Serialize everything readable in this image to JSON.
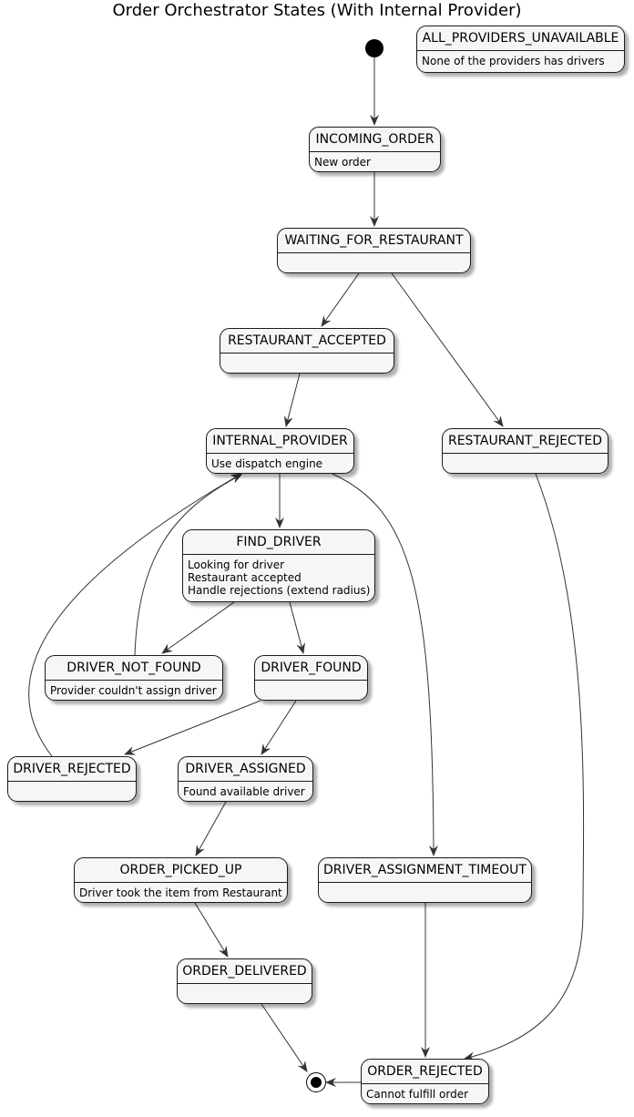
{
  "diagram": {
    "title": "Order Orchestrator States (With Internal Provider)",
    "states": {
      "all_providers_unavailable": {
        "name": "ALL_PROVIDERS_UNAVAILABLE",
        "desc": [
          "None of the providers has drivers"
        ]
      },
      "incoming_order": {
        "name": "INCOMING_ORDER",
        "desc": [
          "New order"
        ]
      },
      "waiting_for_restaurant": {
        "name": "WAITING_FOR_RESTAURANT",
        "desc": []
      },
      "restaurant_accepted": {
        "name": "RESTAURANT_ACCEPTED",
        "desc": []
      },
      "internal_provider": {
        "name": "INTERNAL_PROVIDER",
        "desc": [
          "Use dispatch engine"
        ]
      },
      "restaurant_rejected": {
        "name": "RESTAURANT_REJECTED",
        "desc": []
      },
      "find_driver": {
        "name": "FIND_DRIVER",
        "desc": [
          "Looking for driver",
          "Restaurant accepted",
          "Handle rejections (extend radius)"
        ]
      },
      "driver_not_found": {
        "name": "DRIVER_NOT_FOUND",
        "desc": [
          "Provider couldn't assign driver"
        ]
      },
      "driver_found": {
        "name": "DRIVER_FOUND",
        "desc": []
      },
      "driver_rejected": {
        "name": "DRIVER_REJECTED",
        "desc": []
      },
      "driver_assigned": {
        "name": "DRIVER_ASSIGNED",
        "desc": [
          "Found available driver"
        ]
      },
      "order_picked_up": {
        "name": "ORDER_PICKED_UP",
        "desc": [
          "Driver took the item from Restaurant"
        ]
      },
      "driver_assignment_timeout": {
        "name": "DRIVER_ASSIGNMENT_TIMEOUT",
        "desc": []
      },
      "order_delivered": {
        "name": "ORDER_DELIVERED",
        "desc": []
      },
      "order_rejected": {
        "name": "ORDER_REJECTED",
        "desc": [
          "Cannot fulfill order"
        ]
      }
    },
    "transitions": [
      {
        "from": "start",
        "to": "incoming_order"
      },
      {
        "from": "incoming_order",
        "to": "waiting_for_restaurant"
      },
      {
        "from": "waiting_for_restaurant",
        "to": "restaurant_accepted"
      },
      {
        "from": "waiting_for_restaurant",
        "to": "restaurant_rejected"
      },
      {
        "from": "restaurant_accepted",
        "to": "internal_provider"
      },
      {
        "from": "internal_provider",
        "to": "find_driver"
      },
      {
        "from": "internal_provider",
        "to": "driver_assignment_timeout"
      },
      {
        "from": "find_driver",
        "to": "driver_not_found"
      },
      {
        "from": "find_driver",
        "to": "driver_found"
      },
      {
        "from": "driver_not_found",
        "to": "internal_provider"
      },
      {
        "from": "driver_found",
        "to": "driver_rejected"
      },
      {
        "from": "driver_found",
        "to": "driver_assigned"
      },
      {
        "from": "driver_rejected",
        "to": "internal_provider"
      },
      {
        "from": "driver_assigned",
        "to": "order_picked_up"
      },
      {
        "from": "order_picked_up",
        "to": "order_delivered"
      },
      {
        "from": "order_delivered",
        "to": "end"
      },
      {
        "from": "driver_assignment_timeout",
        "to": "order_rejected"
      },
      {
        "from": "restaurant_rejected",
        "to": "order_rejected"
      },
      {
        "from": "order_rejected",
        "to": "end"
      }
    ]
  }
}
